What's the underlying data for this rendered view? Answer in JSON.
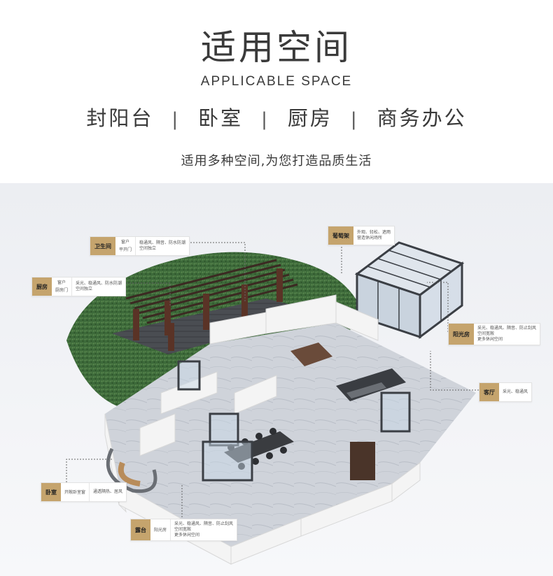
{
  "header": {
    "title": "适用空间",
    "subtitle": "APPLICABLE SPACE",
    "categories": [
      "封阳台",
      "卧室",
      "厨房",
      "商务办公"
    ],
    "separator": "|",
    "tagline": "适用多种空间,为您打造品质生活"
  },
  "callouts": {
    "bathroom": {
      "label": "卫生间",
      "sub1": "窗户",
      "sub2": "平开门",
      "line1": "稳通风、隔音、防水防潮",
      "line2": "空间独立"
    },
    "kitchen": {
      "label": "厨房",
      "sub1": "窗户",
      "sub2": "厨房门",
      "line1": "采光、稳通风、防水防潮",
      "line2": "空间独立"
    },
    "pergola": {
      "label": "葡萄架",
      "line1": "外观、轻松、遮雨",
      "line2": "营造休闲场所"
    },
    "sunroom": {
      "label": "阳光房",
      "line1": "采光、稳通风、隔音、防止刮风",
      "line2": "空间宽敞",
      "line3": "更多休闲空间"
    },
    "living": {
      "label": "客厅",
      "line1": "采光、稳通风"
    },
    "bedroom": {
      "label": "卧室",
      "sub1": "开敞卧室窗",
      "line1": "通透隔热、居风"
    },
    "terrace": {
      "label": "露台",
      "sub1": "阳光房",
      "line1": "采光、稳通风、隔音、防止刮风",
      "line2": "空间宽敞",
      "line3": "更多休闲空间"
    }
  },
  "colors": {
    "accent": "#c5a46d",
    "grass": "#3f6b3c",
    "wall": "#f2f2f2",
    "floor": "#c9cdd4",
    "frame": "#3b3f45"
  }
}
